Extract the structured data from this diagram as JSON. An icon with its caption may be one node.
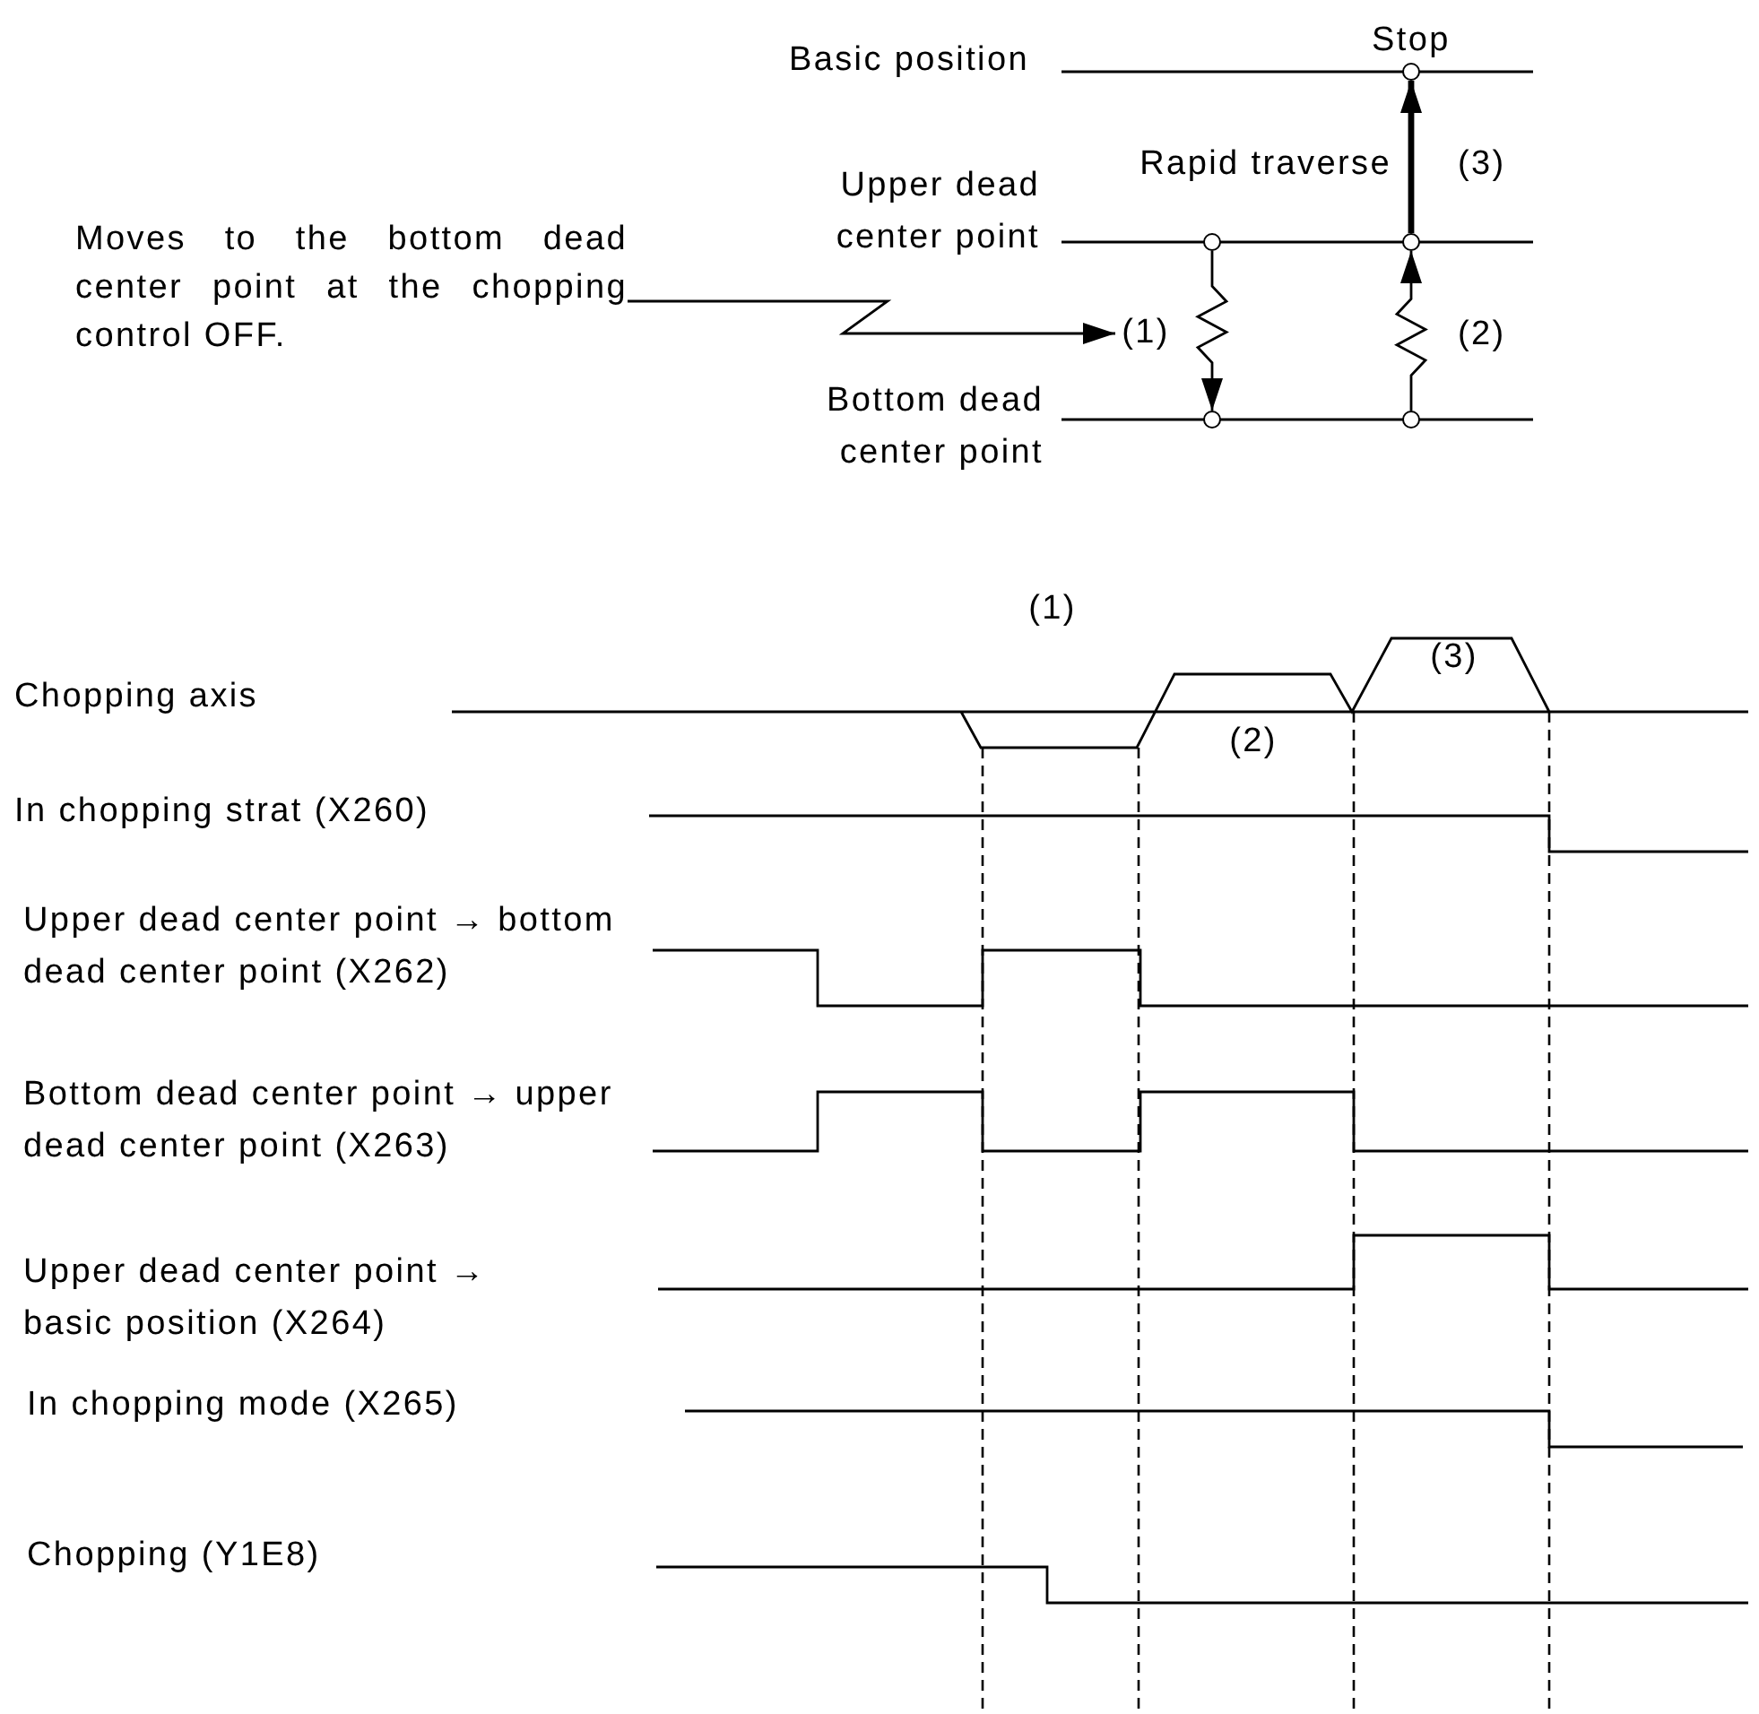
{
  "diagram": {
    "nodes": [
      {
        "text": [
          "Moves to the bottom dead center point at the chopping control OFF."
        ]
      },
      {
        "text": [
          "(1)"
        ]
      },
      {
        "text": [],
        "shape": "circle"
      },
      {
        "text": [],
        "shape": "circle"
      },
      {
        "text": [],
        "shape": "circle"
      },
      {
        "text": [],
        "shape": "circle"
      },
      {
        "text": [],
        "shape": "circle"
      }
    ],
    "edges": [
      {
        "from": 0,
        "to": 1,
        "arrow": "to"
      },
      {
        "from": 2,
        "to": 3,
        "arrow": "to"
      },
      {
        "from": 4,
        "to": 5,
        "arrow": "to"
      },
      {
        "from": 5,
        "to": 6,
        "arrow": "to",
        "style": "thick"
      }
    ],
    "labels": [
      "Stop",
      "Basic position",
      "Rapid traverse",
      "(3)",
      "Upper dead center point",
      "(2)",
      "Bottom dead center point",
      "(1)",
      "Chopping axis",
      "(2)",
      "(3)",
      "In chopping strat (X260)",
      "Upper dead center point → bottom dead center point (X262)",
      "Bottom dead center point → upper dead center point (X263)",
      "Upper dead center point → basic position (X264)",
      "In chopping mode (X265)",
      "Chopping (Y1E8)"
    ]
  }
}
